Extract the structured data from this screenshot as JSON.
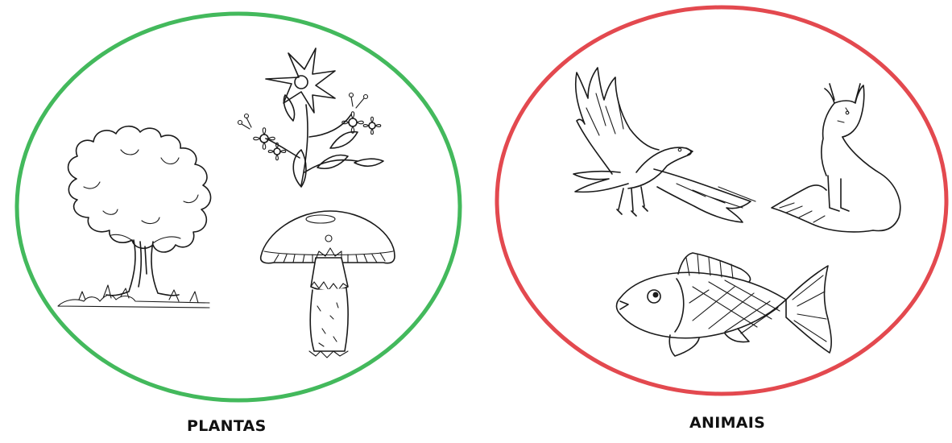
{
  "colors": {
    "plants_ring": "#2fb14a",
    "animals_ring": "#e0353c",
    "ink": "#1a1a1a",
    "background": "#ffffff"
  },
  "groups": [
    {
      "label": "PLANTAS",
      "ring_color": "#2fb14a",
      "drawings": [
        "tree-drawing",
        "flower-drawing",
        "mushroom-drawing"
      ]
    },
    {
      "label": "ANIMAIS",
      "ring_color": "#e0353c",
      "drawings": [
        "eagle-drawing",
        "fox-drawing",
        "fish-drawing"
      ]
    }
  ]
}
